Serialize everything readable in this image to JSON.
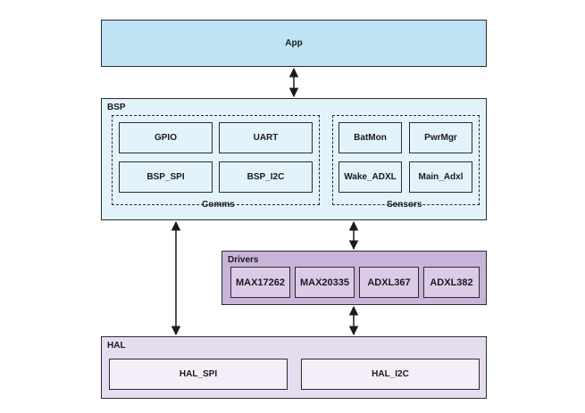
{
  "app": {
    "title": "App"
  },
  "bsp": {
    "title": "BSP",
    "comms": {
      "label": "Comms",
      "items": [
        "GPIO",
        "UART",
        "BSP_SPI",
        "BSP_I2C"
      ]
    },
    "sensors": {
      "label": "Sensors",
      "items": [
        "BatMon",
        "PwrMgr",
        "Wake_ADXL",
        "Main_Adxl"
      ]
    }
  },
  "drivers": {
    "title": "Drivers",
    "items": [
      "MAX17262",
      "MAX20335",
      "ADXL367",
      "ADXL382"
    ]
  },
  "hal": {
    "title": "HAL",
    "items": [
      "HAL_SPI",
      "HAL_I2C"
    ]
  },
  "colors": {
    "app_fill": "#bde3f5",
    "bsp_fill": "#e3f3fc",
    "drivers_fill": "#c9b3d9",
    "driver_box_fill": "#dccbe8",
    "hal_fill": "#e6dcef",
    "hal_box_fill": "#f3eef8",
    "stroke": "#2b2b2b"
  }
}
